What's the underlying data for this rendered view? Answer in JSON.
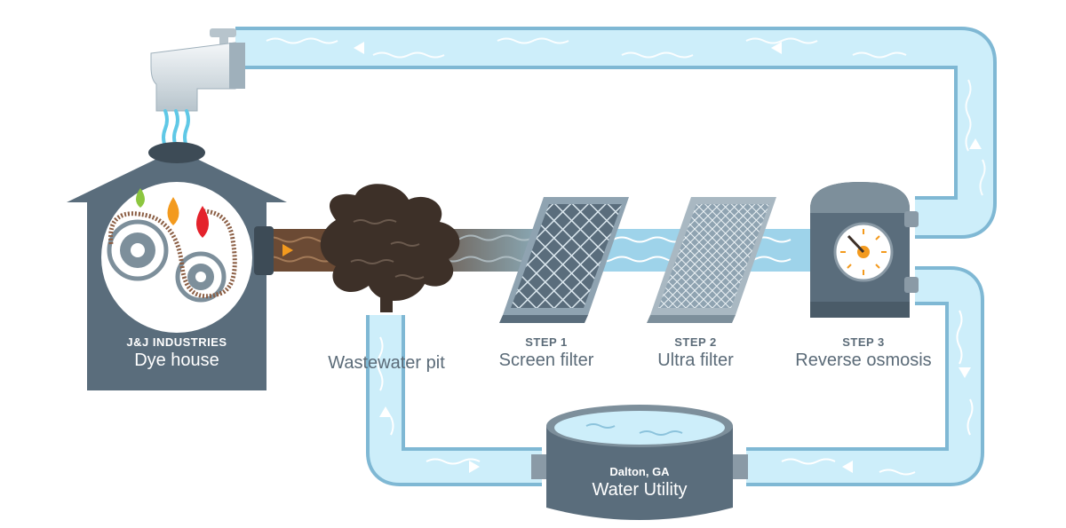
{
  "stations": {
    "dye_house": {
      "kicker": "J&J INDUSTRIES",
      "name": "Dye house"
    },
    "wastewater_pit": {
      "name": "Wastewater pit"
    },
    "screen_filter": {
      "kicker": "STEP 1",
      "name": "Screen filter"
    },
    "ultra_filter": {
      "kicker": "STEP 2",
      "name": "Ultra filter"
    },
    "reverse_osmosis": {
      "kicker": "STEP 3",
      "name": "Reverse osmosis"
    },
    "water_utility": {
      "kicker": "Dalton, GA",
      "name": "Water Utility"
    }
  },
  "colors": {
    "structure": "#5a6d7c",
    "structure_light": "#8a9aa6",
    "clean_water": "#bfe6f5",
    "pipe_edge": "#7fb8d4",
    "dirty_water": "#6b4a34",
    "sludge": "#3d3028",
    "accent_orange": "#f39a1e",
    "dye_green": "#8cc63f",
    "dye_red": "#e4222b"
  }
}
